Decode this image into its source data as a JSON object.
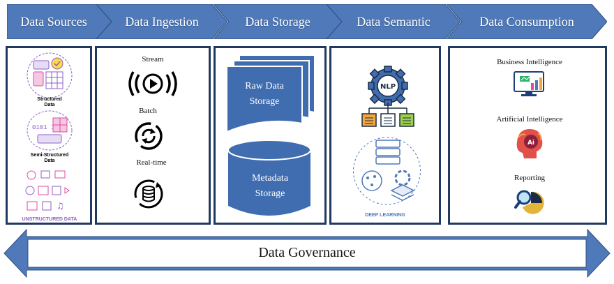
{
  "stages": [
    {
      "label": "Data Sources"
    },
    {
      "label": "Data Ingestion"
    },
    {
      "label": "Data Storage"
    },
    {
      "label": "Data Semantic"
    },
    {
      "label": "Data Consumption"
    }
  ],
  "sources": {
    "structured": "Structured Data",
    "semi_structured": "Semi-Structured Data",
    "unstructured": "UNSTRUCTURED DATA",
    "binary": "0101 1001"
  },
  "ingestion": {
    "items": [
      "Stream",
      "Batch",
      "Real-time"
    ]
  },
  "storage": {
    "raw": "Raw Data Storage",
    "metadata": "Metadata Storage"
  },
  "semantic": {
    "nlp": "NLP",
    "deep_learning": "DEEP LEARNING"
  },
  "consumption": {
    "items": [
      "Business Intelligence",
      "Artificial Intelligence",
      "Reporting"
    ],
    "ai_badge": "Ai"
  },
  "governance": {
    "label": "Data Governance"
  },
  "colors": {
    "stage_fill": "#4f79b8",
    "panel_border": "#1f3a5f",
    "shape_fill": "#3f6db0",
    "purple": "#8e5fc4",
    "pink": "#e04aa0"
  }
}
